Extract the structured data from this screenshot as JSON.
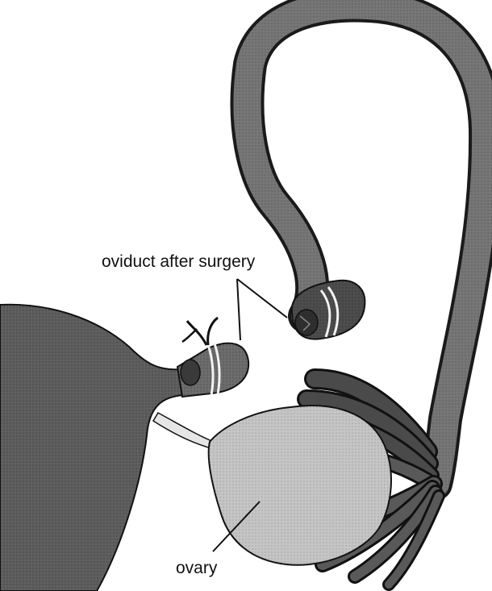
{
  "labels": {
    "oviduct": "oviduct after surgery",
    "ovary": "ovary"
  },
  "colors": {
    "uterus": "#5c5c5c",
    "tube": "#747474",
    "tube_outline": "#1a1a1a",
    "fimbriae": "#4a4a4a",
    "ovary": "#c4c4c4",
    "ligament": "#e6e6e6",
    "suture": "#f2f2f2",
    "ink": "#111111"
  },
  "icons": [
    "uterus-shape",
    "oviduct-stump-icon",
    "ligature-knot-icon",
    "fimbriae-icon",
    "ovary-shape"
  ]
}
